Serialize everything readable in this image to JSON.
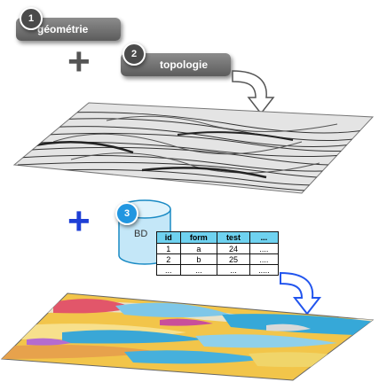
{
  "steps": [
    {
      "number": "1",
      "label": "géométrie"
    },
    {
      "number": "2",
      "label": "topologie"
    },
    {
      "number": "3",
      "label": "BD"
    }
  ],
  "plus_signs": [
    "+",
    "+"
  ],
  "colors": {
    "pill": "#6e6e6e",
    "badge": "#4a4a4a",
    "badge_blue": "#2196e0",
    "plus_gray": "#555555",
    "plus_blue": "#1e3fd6",
    "table_header": "#6fd2f0",
    "arrow_blue": "#2255ee"
  },
  "table": {
    "headers": [
      "id",
      "form",
      "test",
      "..."
    ],
    "rows": [
      [
        "1",
        "a",
        "24",
        "...."
      ],
      [
        "2",
        "b",
        "25",
        "...."
      ],
      [
        "...",
        "...",
        "...",
        "....."
      ]
    ]
  }
}
